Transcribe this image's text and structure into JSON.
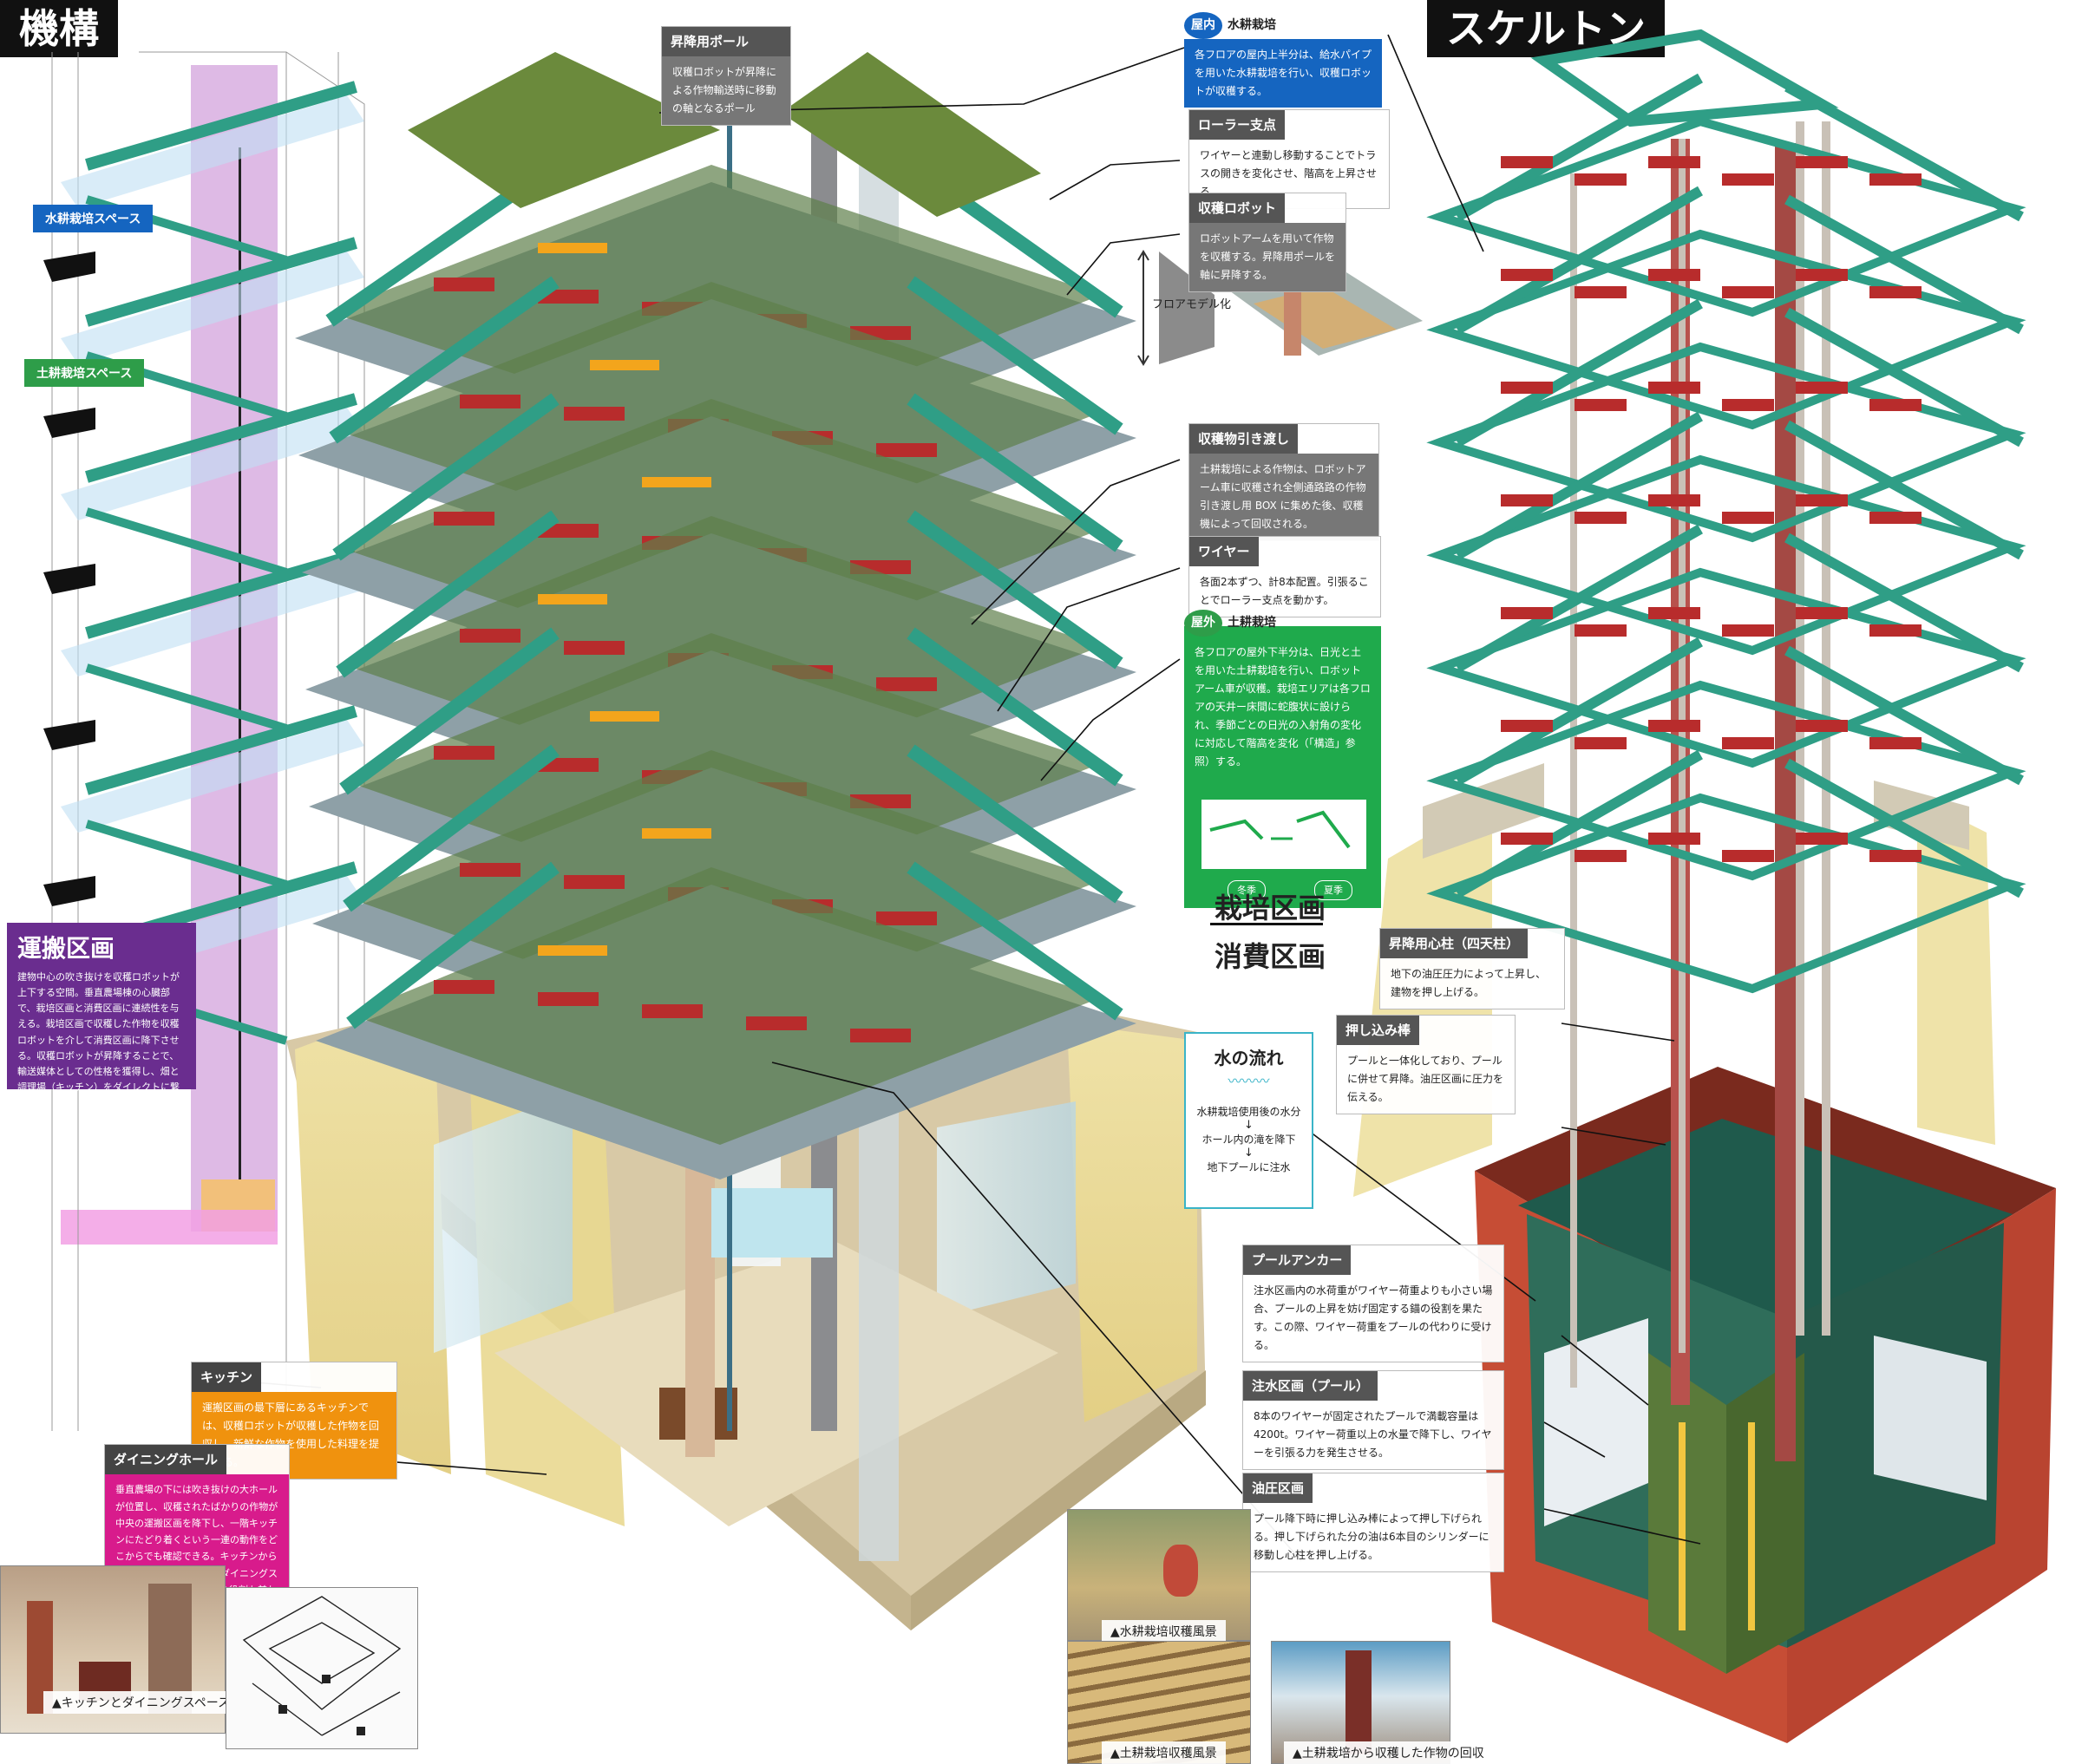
{
  "titles": {
    "left": "機構",
    "right": "スケルトン"
  },
  "legend": {
    "hydro_space": "水耕栽培スペース",
    "soil_space": "土耕栽培スペース"
  },
  "transport": {
    "title": "運搬区画",
    "body": "建物中心の吹き抜けを収穫ロボットが上下する空間。垂直農場棟の心臓部で、栽培区画と消費区画に連続性を与える。栽培区画で収穫した作物を収穫ロボットを介して消費区画に降下させる。収穫ロボットが昇降することで、輸送媒体としての性格を獲得し、畑と調理場（キッチン）をダイレクトに繋げる。"
  },
  "annotations": {
    "pole": {
      "title": "昇降用ポール",
      "body": "収穫ロボットが昇降による作物輸送時に移動の軸となるポール"
    },
    "hydro": {
      "tag": "屋内",
      "title": "水耕栽培",
      "body": "各フロアの屋内上半分は、給水パイプを用いた水耕栽培を行い、収穫ロボットが収穫する。"
    },
    "roller": {
      "title": "ローラー支点",
      "body": "ワイヤーと連動し移動することでトラスの開きを変化させ、階高を上昇させる。"
    },
    "robot": {
      "title": "収穫ロボット",
      "body": "ロボットアームを用いて作物を収穫する。昇降用ポールを軸に昇降する。"
    },
    "model": {
      "label": "フロアモデル化"
    },
    "handover": {
      "title": "収穫物引き渡し",
      "body": "土耕栽培による作物は、ロボットアーム車に収穫され全側通路路の作物引き渡し用 BOX に集めた後、収穫機によって回収される。"
    },
    "wire": {
      "title": "ワイヤー",
      "body": "各面2本ずつ、計8本配置。引張ることでローラー支点を動かす。"
    },
    "soil": {
      "tag": "屋外",
      "title": "土耕栽培",
      "body": "各フロアの屋外下半分は、日光と土を用いた土耕栽培を行い、ロボットアーム車が収穫。栽培エリアは各フロアの天井ー床間に蛇腹状に設けられ、季節ごとの日光の入射角の変化に対応して階高を変化（「構造」参照）する。",
      "winter": "冬季",
      "summer": "夏季"
    },
    "kitchen": {
      "title": "キッチン",
      "body": "運搬区画の最下層にあるキッチンでは、収穫ロボットが収穫した作物を回収し、新鮮な作物を使用した料理を提供する。"
    },
    "dining": {
      "title": "ダイニングホール",
      "body": "垂直農場の下には吹き抜けの大ホールが位置し、収穫されたばかりの作物が中央の運搬区画を降下し、一階キッチンにたどり着くという一連の動作をどこからでも確認できる。キッチンから提供される料理を食べるダイニングスペースでもあり、ロビーの役割も兼ねる。"
    },
    "core": {
      "title": "昇降用心柱（四天柱）",
      "body": "地下の油圧圧力によって上昇し、建物を押し上げる。"
    },
    "push": {
      "title": "押し込み棒",
      "body": "プールと一体化しており、プールに併せて昇降。油圧区画に圧力を伝える。"
    },
    "anchor": {
      "title": "プールアンカー",
      "body": "注水区画内の水荷重がワイヤー荷重よりも小さい場合、プールの上昇を妨げ固定する錨の役割を果たす。この際、ワイヤー荷重をプールの代わりに受ける。"
    },
    "pool": {
      "title": "注水区画（プール）",
      "body": "8本のワイヤーが固定されたプールで満載容量は4200t。ワイヤー荷重以上の水量で降下し、ワイヤーを引張る力を発生させる。"
    },
    "hydraulic": {
      "title": "油圧区画",
      "body": "プール降下時に押し込み棒によって押し下げられる。押し下げられた分の油は6本目のシリンダーに移動し心柱を押し上げる。"
    }
  },
  "zones": {
    "top": "栽培区画",
    "bottom": "消費区画"
  },
  "water": {
    "title": "水の流れ",
    "step1": "水耕栽培使用後の水分",
    "step2": "ホール内の滝を降下",
    "step3": "地下プールに注水"
  },
  "captions": {
    "kitchen_dining": "▲キッチンとダイニングスペース",
    "hydro_harvest": "▲水耕栽培収穫風景",
    "soil_harvest": "▲土耕栽培収穫風景",
    "crop_collect": "▲土耕栽培から収穫した作物の回収"
  },
  "colors": {
    "hydro": "#1565c0",
    "soil": "#2e9d49",
    "transport": "#6a2d8f",
    "kitchen": "#f0920e",
    "dining": "#d81b8c",
    "truss": "#2f9e86",
    "beam": "#b82c2c"
  }
}
